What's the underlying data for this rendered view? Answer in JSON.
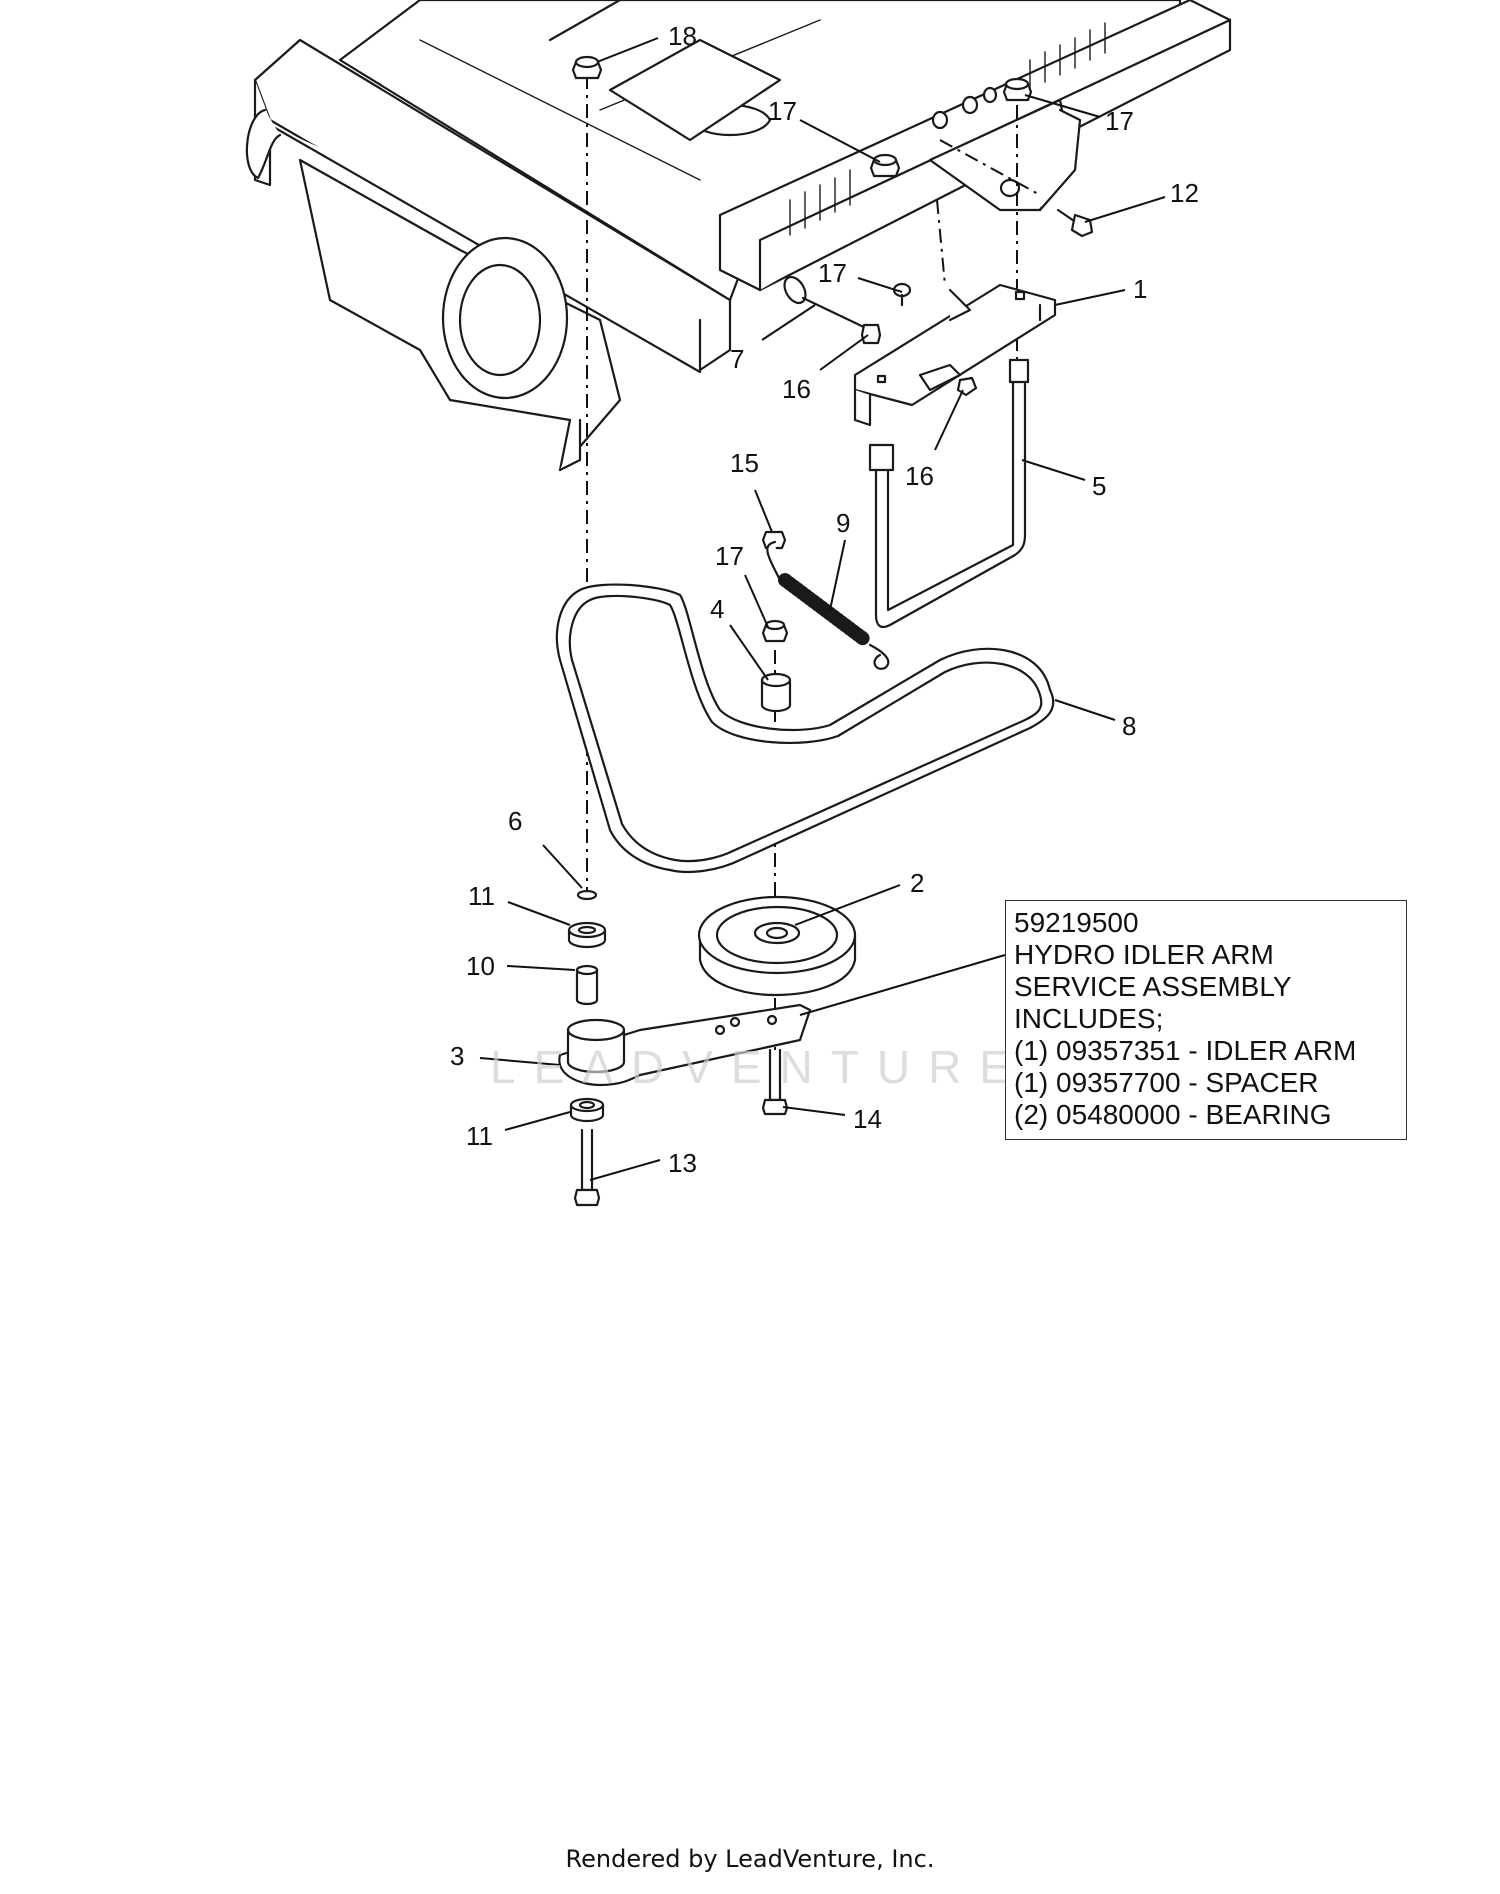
{
  "callouts": [
    {
      "label": "18"
    },
    {
      "label": "17"
    },
    {
      "label": "17"
    },
    {
      "label": "12"
    },
    {
      "label": "17"
    },
    {
      "label": "1"
    },
    {
      "label": "7"
    },
    {
      "label": "16"
    },
    {
      "label": "16"
    },
    {
      "label": "5"
    },
    {
      "label": "15"
    },
    {
      "label": "9"
    },
    {
      "label": "17"
    },
    {
      "label": "4"
    },
    {
      "label": "8"
    },
    {
      "label": "6"
    },
    {
      "label": "2"
    },
    {
      "label": "11"
    },
    {
      "label": "10"
    },
    {
      "label": "3"
    },
    {
      "label": "14"
    },
    {
      "label": "11"
    },
    {
      "label": "13"
    }
  ],
  "note_box": {
    "lines": [
      "59219500",
      "HYDRO IDLER ARM",
      "SERVICE ASSEMBLY",
      "INCLUDES;",
      "(1) 09357351 - IDLER ARM",
      "(1) 09357700 - SPACER",
      "(2) 05480000 - BEARING"
    ]
  },
  "watermark": "LEADVENTURE",
  "footer": "Rendered by LeadVenture, Inc."
}
